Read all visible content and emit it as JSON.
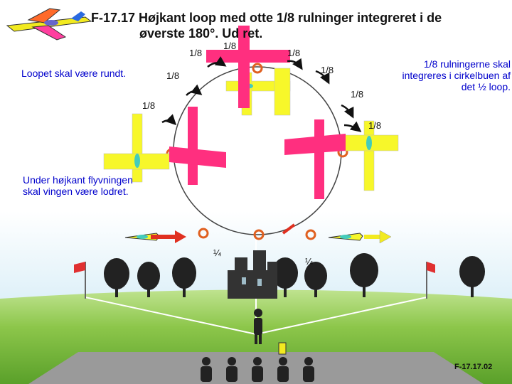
{
  "title": {
    "line1": "F-17.17 Højkant loop med otte 1/8 rulninger integreret i de",
    "line2": "øverste 180°. Ud ret."
  },
  "notes": {
    "round_loop": "Loopet skal være rundt.",
    "integrate": "1/8 rulningerne skal\nintegreres i cirkelbuen af\ndet ½ loop.",
    "knife_edge": "Under højkant flyvningen\nskal vingen være lodret."
  },
  "roll_labels": [
    "1/8",
    "1/8",
    "1/8",
    "1/8",
    "1/8",
    "1/8",
    "1/8",
    "1/8"
  ],
  "quarter_labels": [
    "¼",
    "¼"
  ],
  "figure_code": "F-17.17.02",
  "colors": {
    "sky_top": "#ffffff",
    "sky_bottom": "#bfe3f2",
    "grass": "#7fbf3f",
    "runway": "#9a9a9a",
    "plane_yellow": "#f7f72a",
    "plane_pink": "#ff2f7f",
    "circle_marker": "#e06020",
    "entry_arrow": "#e03020",
    "exit_arrow": "#f2ea20",
    "text_blue": "#0000cc"
  }
}
